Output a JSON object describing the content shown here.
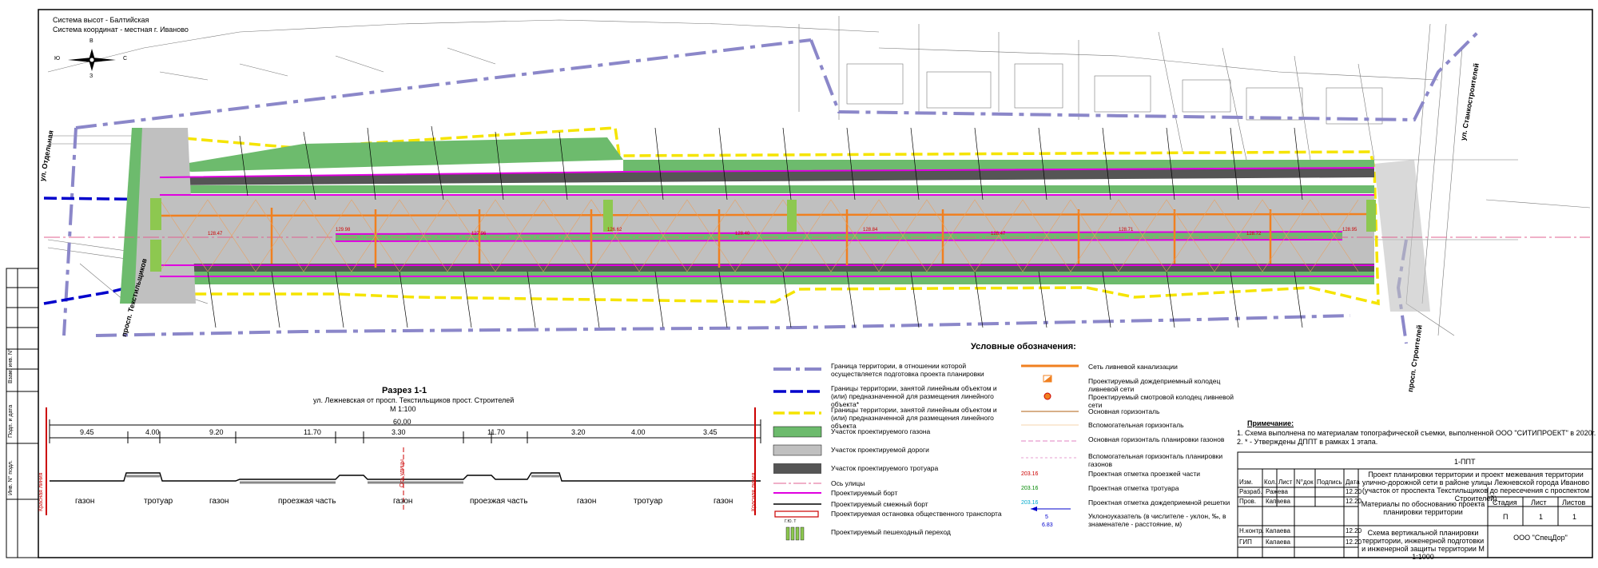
{
  "header": {
    "height_system": "Система высот - Балтийская",
    "coord_system": "Система координат - местная г. Иваново"
  },
  "compass": {
    "n": "С",
    "s": "Ю",
    "e": "В",
    "w": "З"
  },
  "streets": {
    "otdelnaya": "ул. Отдельная",
    "textilshchikov": "просп. Текстильщиков",
    "stankostroiteley": "ул. Станкостроителей",
    "stroiteley": "просп. Строителей"
  },
  "elevations": {
    "sample": [
      "128.47",
      "129.98",
      "127.96",
      "126.62",
      "128.40",
      "128.84",
      "128.47",
      "128.71",
      "128.72",
      "128.95"
    ],
    "text_color": "#cc0000",
    "green_text": "#008800"
  },
  "section": {
    "title": "Разрез 1-1",
    "subtitle": "ул. Лежневская от просп. Текстильщиков прост. Строителей",
    "scale": "М 1:100",
    "total": "60,00",
    "dims": [
      "9.45",
      "4.00",
      "9.20",
      "11.70",
      "3.30",
      "11.70",
      "3.20",
      "4.00",
      "3.45"
    ],
    "labels": [
      "газон",
      "тротуар",
      "газон",
      "проезжая часть",
      "газон",
      "проезжая часть",
      "газон",
      "тротуар",
      "газон"
    ],
    "red_line_left": "Красная линия",
    "red_line_right": "Красная линия",
    "axis": "Ось улицы"
  },
  "legend": {
    "title": "Условные обозначения:",
    "left": [
      "Граница территории, в отношении которой осуществляется подготовка проекта планировки",
      "Границы территории, занятой линейным объектом и (или) предназначенной для размещения линейного объекта*",
      "Границы территории, занятой линейным объектом и (или) предназначенной для размещения линейного объекта",
      "Участок проектируемого газона",
      "Участок проектируемой дороги",
      "Участок проектируемого тротуара",
      "Ось улицы",
      "Проектируемый борт",
      "Проектируемый смежный борт",
      "Проектируемая остановка общественного транспорта",
      "Проектируемый пешеходный переход"
    ],
    "right": [
      "Сеть ливневой канализации",
      "Проектируемый дождеприемный колодец ливневой сети",
      "Проектируемый смотровой колодец ливневой сети",
      "Основная горизонталь",
      "Вспомогательная горизонталь",
      "Основная горизонталь планировки газонов",
      "Вспомогательная горизонталь планировки газонов",
      "Проектная отметка проезжей части",
      "Проектная отметка тротуара",
      "Проектная отметка дождеприемной решетки",
      "Уклоноуказатель (в числителе - уклон, ‰, в знаменателе - расстояние, м)"
    ],
    "marks": {
      "road": "203.16",
      "walk": "203.16",
      "grate": "203.16",
      "slope_top": "5",
      "slope_bottom": "6.83"
    },
    "stop_label": "Г.Ю. Т",
    "colors": {
      "boundary": "#8b87c9",
      "blue": "#0000cc",
      "yellow": "#f5e400",
      "lawn": "#6dbb6d",
      "road": "#c0c0c0",
      "walk": "#555555",
      "axis": "#e06090",
      "curb": "#e000e0",
      "storm": "#f08020"
    }
  },
  "note": {
    "title": "Примечание:",
    "items": [
      "1. Схема выполнена по материалам топографической съемки, выполненной ООО \"СИТИПРОЕКТ\" в 2020г.",
      "2. * - Утверждены ДППТ в рамках 1 этапа."
    ]
  },
  "stamp": {
    "code": "1-ППТ",
    "project": "Проект планировки территории и проект межевания территории улично-дорожной сети в районе улицы Лежневской города Иваново (участок от проспекта Текстильщиков до пересечения с проспектом Строителей)",
    "cols": [
      "Изм.",
      "Кол.",
      "Лист",
      "N°док",
      "Подпись",
      "Дата"
    ],
    "rows": [
      {
        "role": "Разраб.",
        "name": "Ражева",
        "date": "12.20"
      },
      {
        "role": "Пров.",
        "name": "Капаева",
        "date": "12.20"
      },
      {
        "role": "Н.контр.",
        "name": "Капаева",
        "date": "12.20"
      },
      {
        "role": "ГИП",
        "name": "Капаева",
        "date": "12.20"
      }
    ],
    "materials": "Материалы по обоснованию проекта планировки территории",
    "stage_h": "Стадия",
    "sheet_h": "Лист",
    "sheets_h": "Листов",
    "stage": "П",
    "sheet": "1",
    "sheets": "1",
    "drawing": "Схема вертикальной планировки территории, инженерной подготовки и инженерной защиты территории М 1:1000",
    "org": "ООО \"СпецДор\""
  },
  "side_stamp": [
    "Взам. инв. N°",
    "Подп. и дата",
    "Инв. N° подл."
  ]
}
